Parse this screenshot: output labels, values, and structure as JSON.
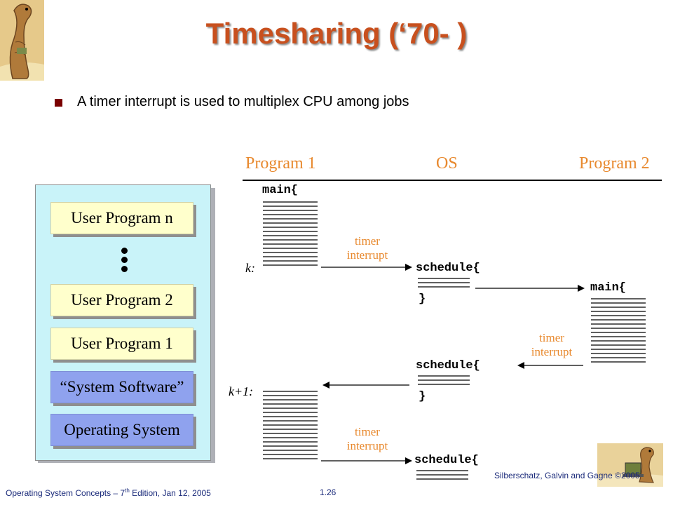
{
  "title": "Timesharing (‘70-  )",
  "bullet": "A timer interrupt is used to multiplex CPU among jobs",
  "headers": {
    "program1": "Program 1",
    "os": "OS",
    "program2": "Program 2"
  },
  "stack": {
    "items": [
      "User Program n",
      "User Program 2",
      "User Program 1",
      "“System Software”",
      "Operating System"
    ]
  },
  "diagram": {
    "main_label_1": "main{",
    "main_label_2": "main{",
    "schedule_1": "schedule{",
    "schedule_2": "schedule{",
    "schedule_3": "schedule{",
    "close_1": "}",
    "close_2": "}",
    "k_label": "k:",
    "k1_label": "k+1:",
    "timer_1": [
      "timer",
      "interrupt"
    ],
    "timer_2": [
      "timer",
      "interrupt"
    ],
    "timer_3": [
      "timer",
      "interrupt"
    ]
  },
  "footer": {
    "left": "Operating System Concepts – 7",
    "left_sup": "th",
    "left_rest": " Edition, Jan 12, 2005",
    "page": "1.26",
    "right": "Silberschatz, Galvin and Gagne ©2005"
  },
  "colors": {
    "title": "#c8501e",
    "accent_orange": "#e8892e",
    "stack_bg": "#c9f3f9",
    "yellow_box": "#ffffcc",
    "blue_box": "#8fa2ee",
    "footer": "#1a2a7a"
  }
}
